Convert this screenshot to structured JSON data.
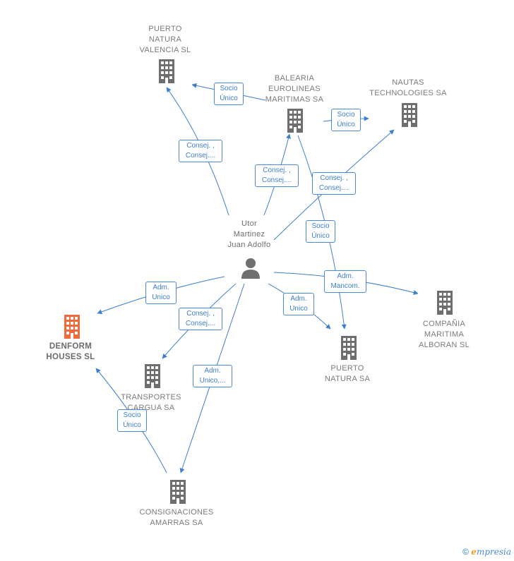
{
  "colors": {
    "edge": "#3d7fcf",
    "company": "#6e6e6e",
    "focus_company": "#f06a3c",
    "person": "#6e6e6e"
  },
  "nodes": {
    "puerto_natura_valencia": "PUERTO\nNATURA\nVALENCIA  SL",
    "balearia": "BALEARIA\nEUROLINEAS\nMARITIMAS SA",
    "nautas": "NAUTAS\nTECHNOLOGIES SA",
    "person": "Utor\nMartinez\nJuan Adolfo",
    "denform": "DENFORM\nHOUSES  SL",
    "transportes": "TRANSPORTES\nCARGUA SA",
    "puerto_natura": "PUERTO\nNATURA SA",
    "compania": "COMPAÑIA\nMARITIMA\nALBORAN  SL",
    "consignaciones": "CONSIGNACIONES\nAMARRAS SA"
  },
  "relations": {
    "socio_unico_1": "Socio\nÚnico",
    "socio_unico_2": "Socio\nÚnico",
    "consej_1": "Consej. ,\nConsej....",
    "consej_2": "Consej. ,\nConsej....",
    "consej_3": "Consej. ,\nConsej....",
    "socio_unico_3": "Socio\nÚnico",
    "adm_mancom": "Adm.\nMancom.",
    "adm_unico_1": "Adm.\nUnico",
    "consej_4": "Consej. ,\nConsej....",
    "adm_unico_2": "Adm.\nUnico",
    "adm_unico_3": "Adm.\nUnico,...",
    "socio_unico_4": "Socio\nÚnico"
  },
  "footer": {
    "copyright": "©",
    "brand_e": "e",
    "brand_rest": "mpresia"
  }
}
